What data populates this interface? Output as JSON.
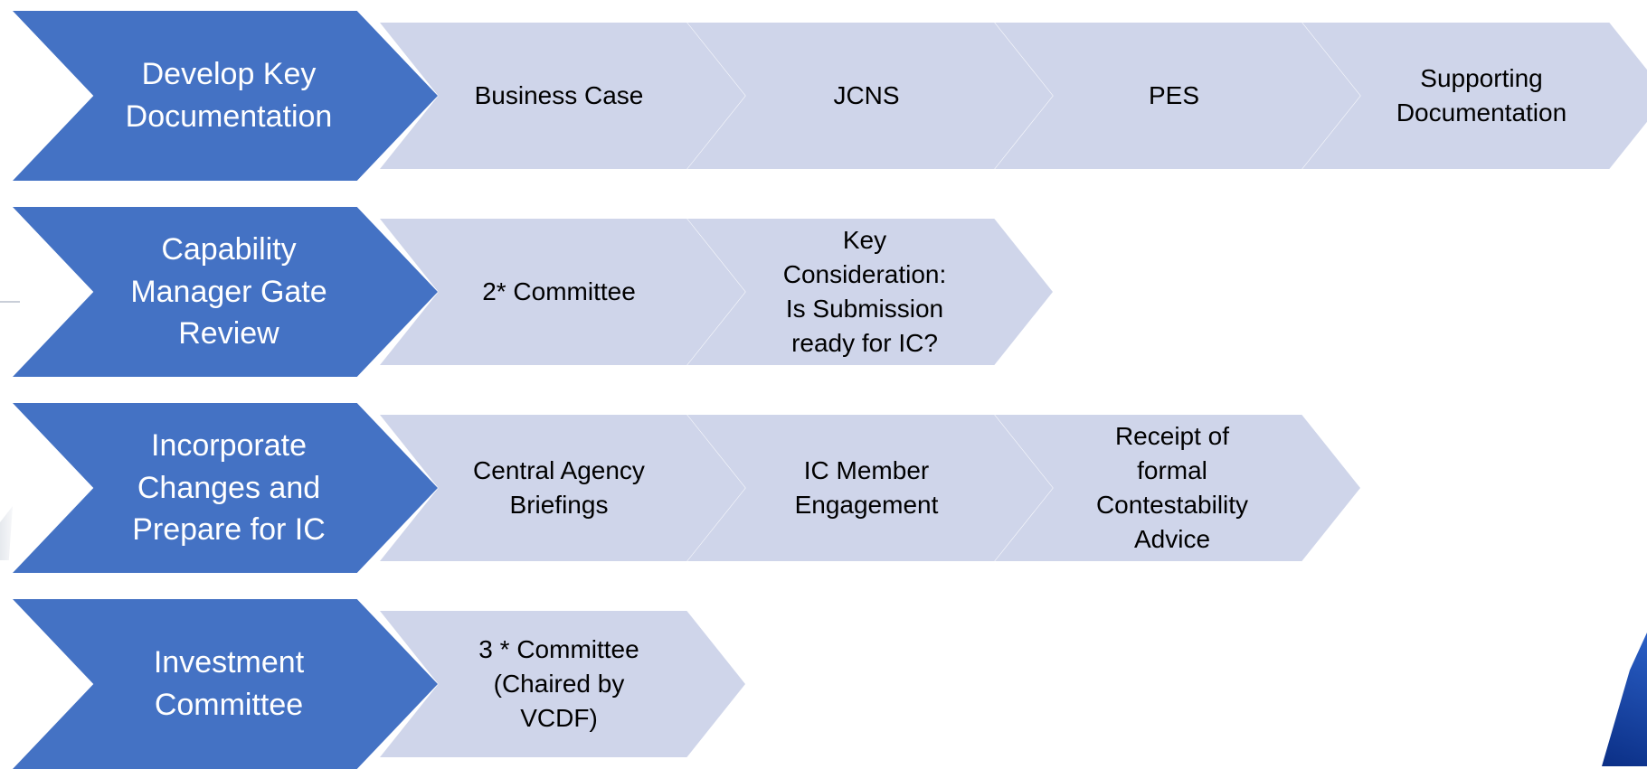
{
  "rows": [
    {
      "phase": "Develop Key\nDocumentation",
      "steps": [
        "Business Case",
        "JCNS",
        "PES",
        "Supporting\nDocumentation"
      ]
    },
    {
      "phase": "Capability\nManager Gate\nReview",
      "steps": [
        "2* Committee",
        "Key\nConsideration:\nIs Submission\nready for IC?"
      ]
    },
    {
      "phase": "Incorporate\nChanges and\nPrepare for IC",
      "steps": [
        "Central Agency\nBriefings",
        "IC Member\nEngagement",
        "Receipt of\nformal\nContestability\nAdvice"
      ]
    },
    {
      "phase": "Investment\nCommittee",
      "steps": [
        "3 * Committee\n(Chaired by\nVCDF)"
      ]
    }
  ],
  "colors": {
    "phase_fill": "#4472c4",
    "step_fill": "#cfd5ea",
    "phase_text": "#ffffff",
    "step_text": "#000000"
  }
}
